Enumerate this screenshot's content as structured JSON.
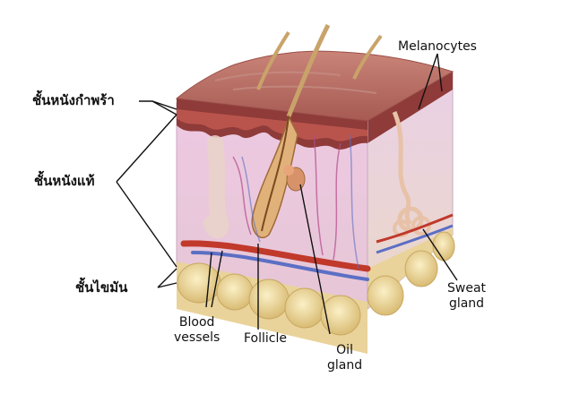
{
  "labels": {
    "epidermis": "ชั้นหนังกำพร้า",
    "dermis": "ชั้นหนังแท้",
    "hypodermis": "ชั้นไขมัน",
    "melanocytes": "Melanocytes",
    "blood_vessels": [
      "Blood",
      "vessels"
    ],
    "follicle": "Follicle",
    "oil_gland": [
      "Oil",
      "gland"
    ],
    "sweat_gland": [
      "Sweat",
      "gland"
    ]
  },
  "colors": {
    "skin_surface": "#b56a5f",
    "epidermis": "#8e3b3a",
    "dermis": "#e9c3dc",
    "fat": "#f2dfa3",
    "hair": "#c9a36a",
    "vessel_red": "#c0392b",
    "vessel_blue": "#5b6fc4"
  }
}
